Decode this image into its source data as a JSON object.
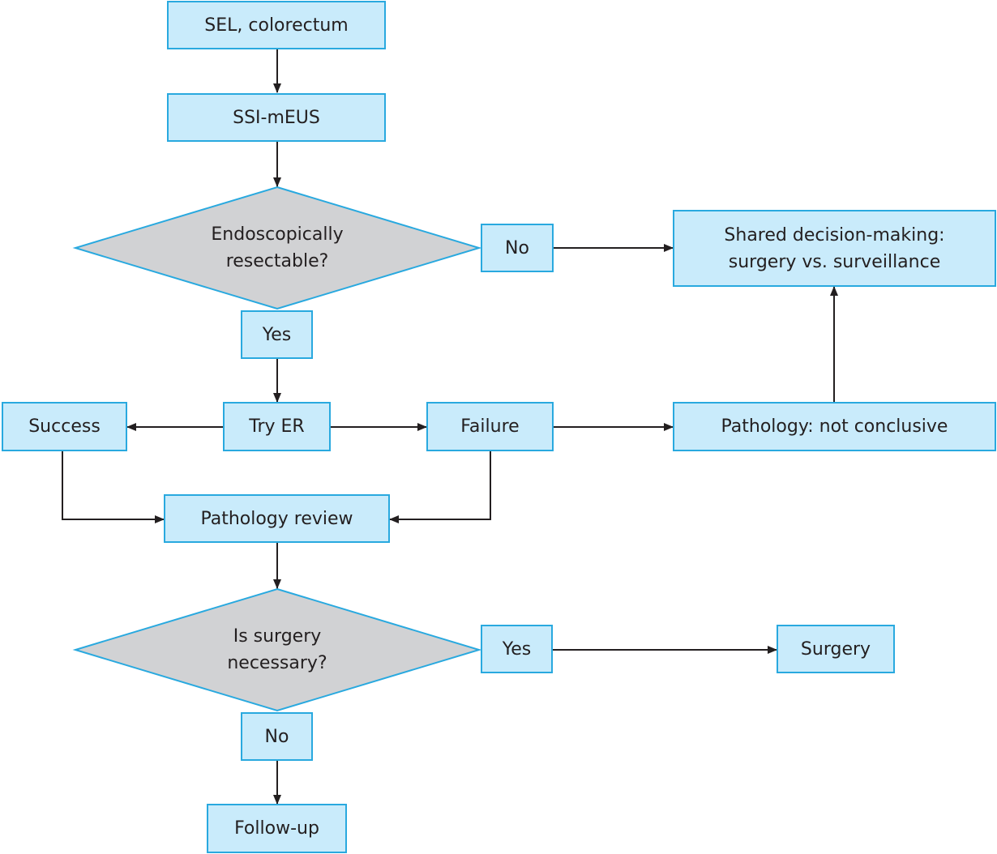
{
  "colors": {
    "box_fill": "#c9ebfb",
    "box_border": "#29a9df",
    "diamond_fill": "#d1d2d4",
    "line": "#231f20",
    "text": "#231f20"
  },
  "nodes": {
    "start": "SEL, colorectum",
    "ssi_meus": "SSI-mEUS",
    "q_resectable": [
      "Endoscopically",
      "resectable?"
    ],
    "resectable_no": "No",
    "resectable_yes": "Yes",
    "shared_decision": [
      "Shared decision-making:",
      "surgery vs. surveillance"
    ],
    "try_er": "Try ER",
    "success": "Success",
    "failure": "Failure",
    "pathology_not_conclusive": "Pathology: not conclusive",
    "pathology_review": "Pathology review",
    "q_surgery": [
      "Is surgery",
      "necessary?"
    ],
    "surgery_yes": "Yes",
    "surgery_no": "No",
    "surgery": "Surgery",
    "follow_up": "Follow-up"
  }
}
